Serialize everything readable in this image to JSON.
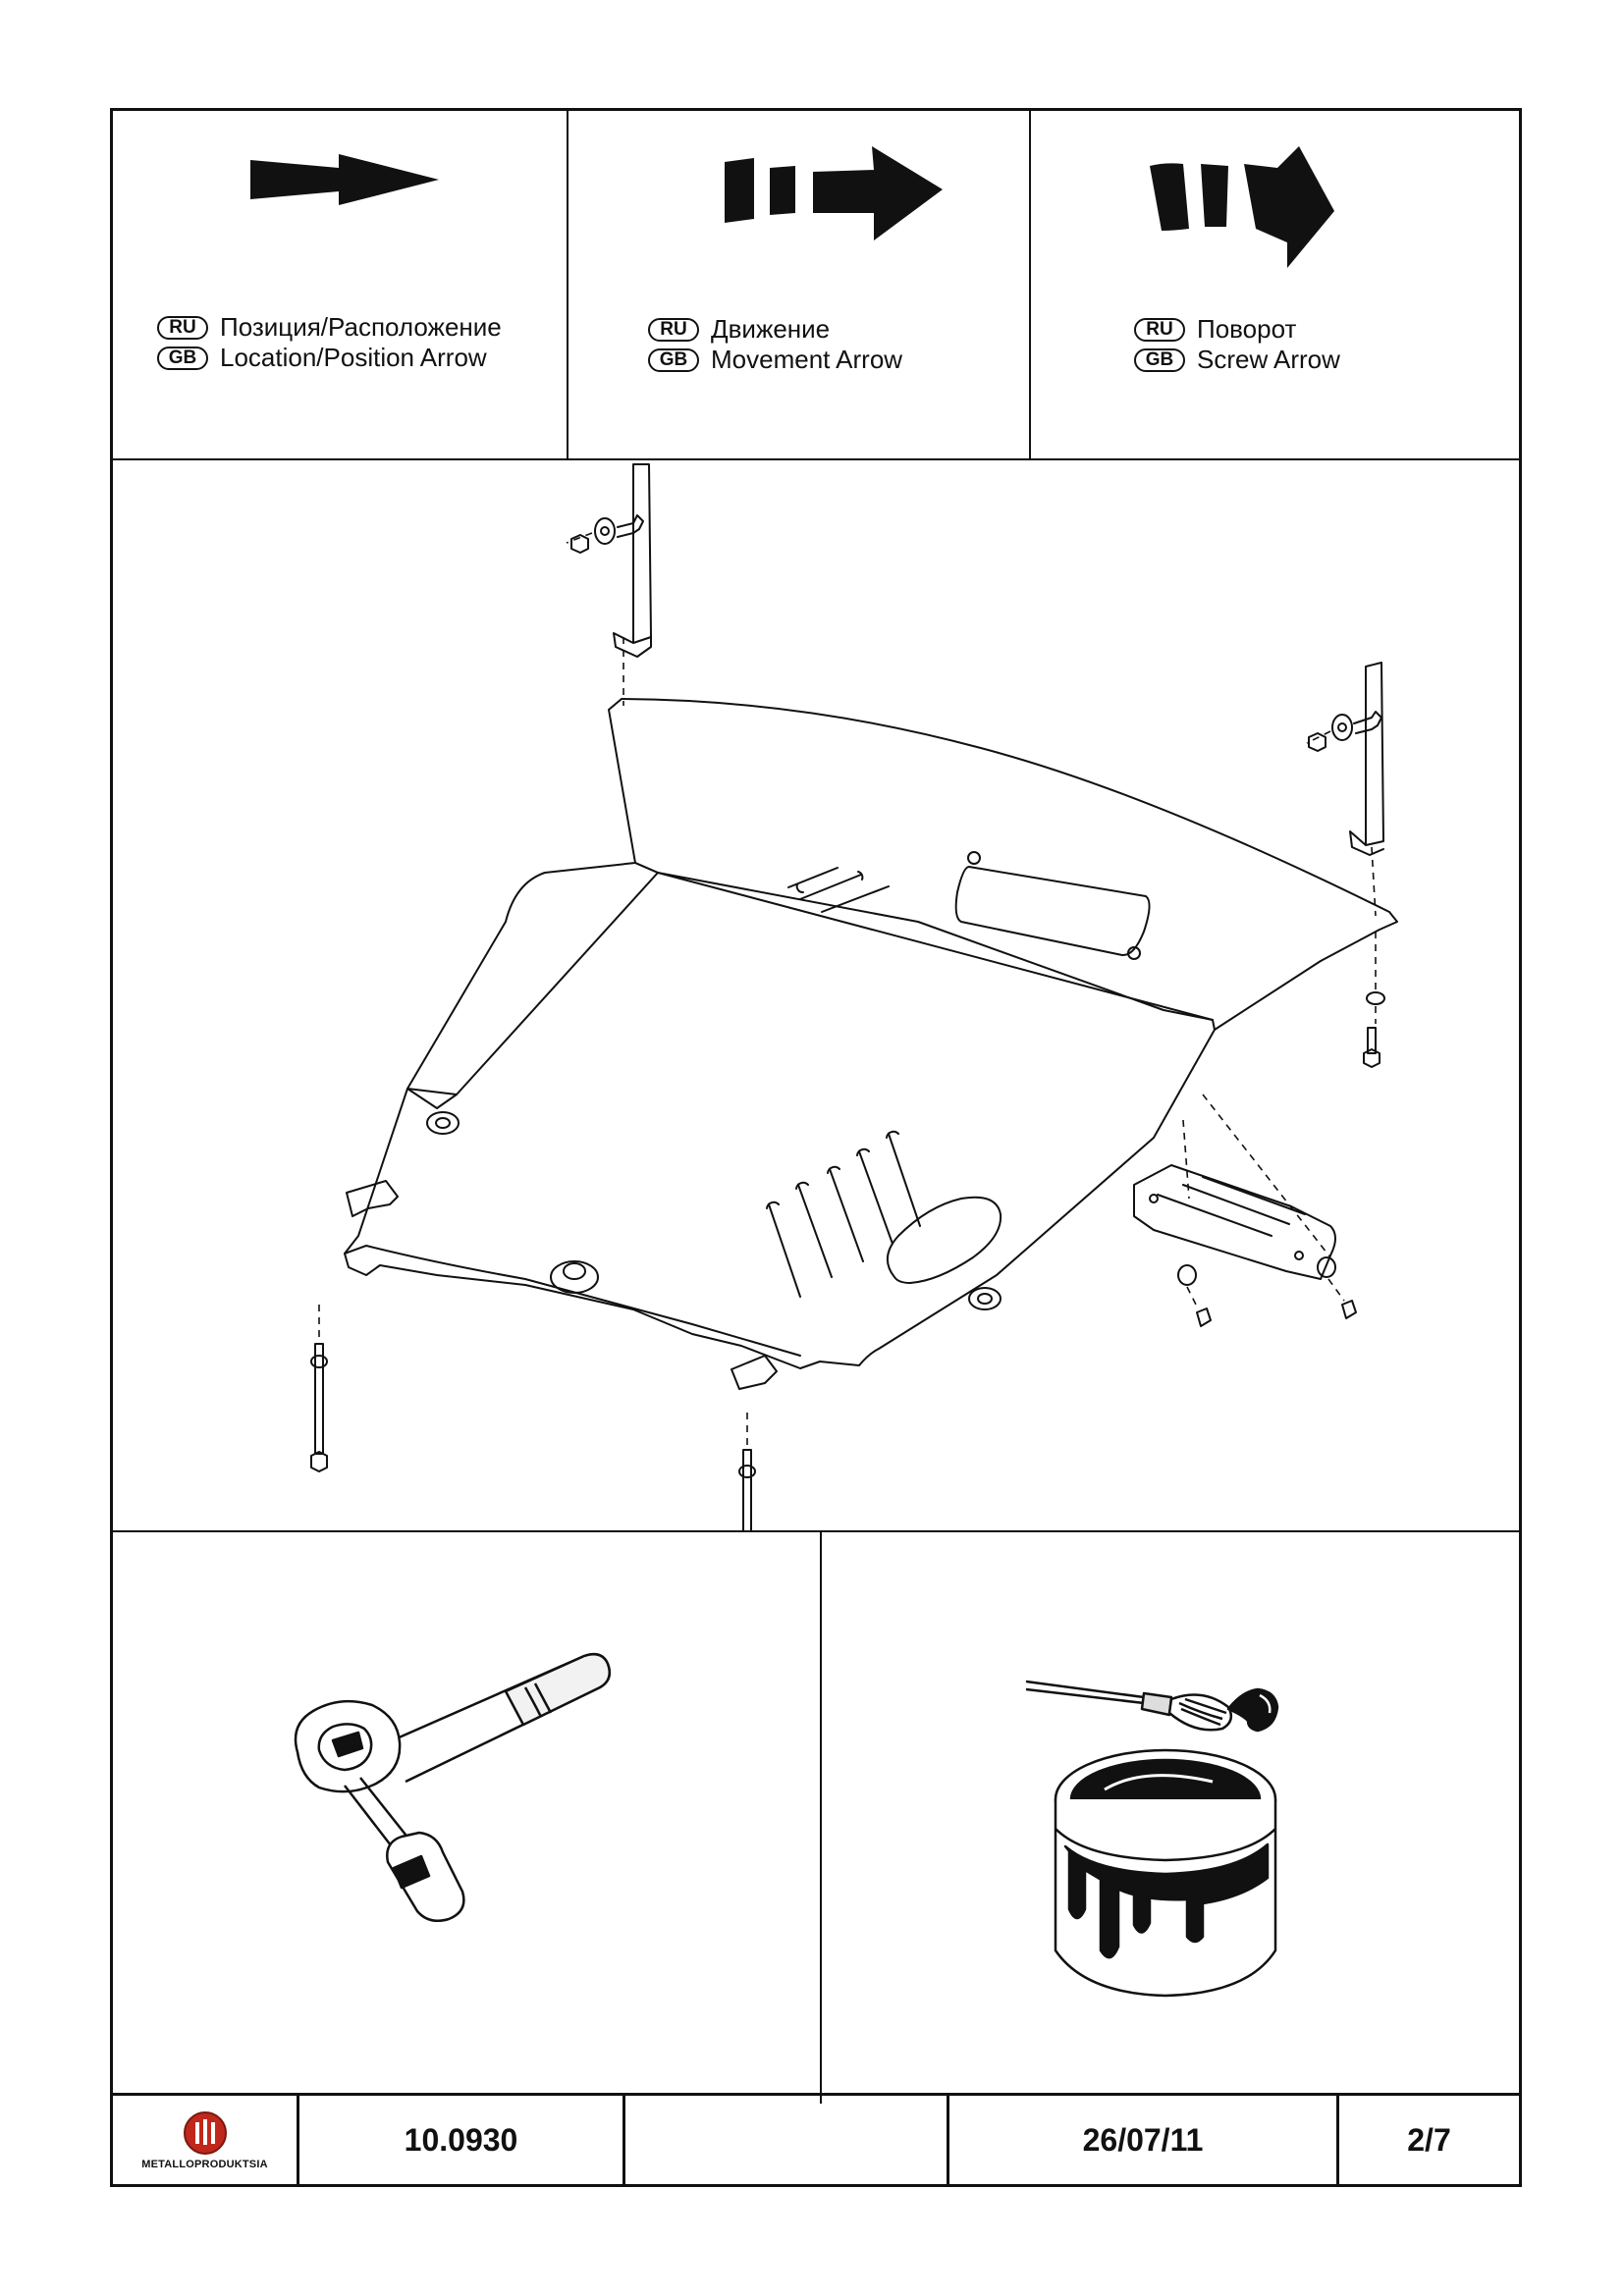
{
  "legend": [
    {
      "ru_badge": "RU",
      "gb_badge": "GB",
      "ru": "Позиция/Расположение",
      "gb": "Location/Position Arrow",
      "icon": "location-arrow-icon"
    },
    {
      "ru_badge": "RU",
      "gb_badge": "GB",
      "ru": "Движение",
      "gb": "Movement Arrow",
      "icon": "movement-arrow-icon"
    },
    {
      "ru_badge": "RU",
      "gb_badge": "GB",
      "ru": "Поворот",
      "gb": "Screw Arrow",
      "icon": "screw-arrow-icon"
    }
  ],
  "drawing": {
    "subject": "skid-plate-assembly-drawing"
  },
  "tools": [
    {
      "icon": "ratchet-wrench-icon"
    },
    {
      "icon": "paint-brush-and-can-icon"
    }
  ],
  "title_block": {
    "logo_text": "METALLOPRODUKTSIA",
    "part_number": "10.0930",
    "blank": "",
    "date": "26/07/11",
    "page": "2/7"
  },
  "colors": {
    "ink": "#111111",
    "paper": "#ffffff",
    "logo_red": "#c0281c"
  }
}
